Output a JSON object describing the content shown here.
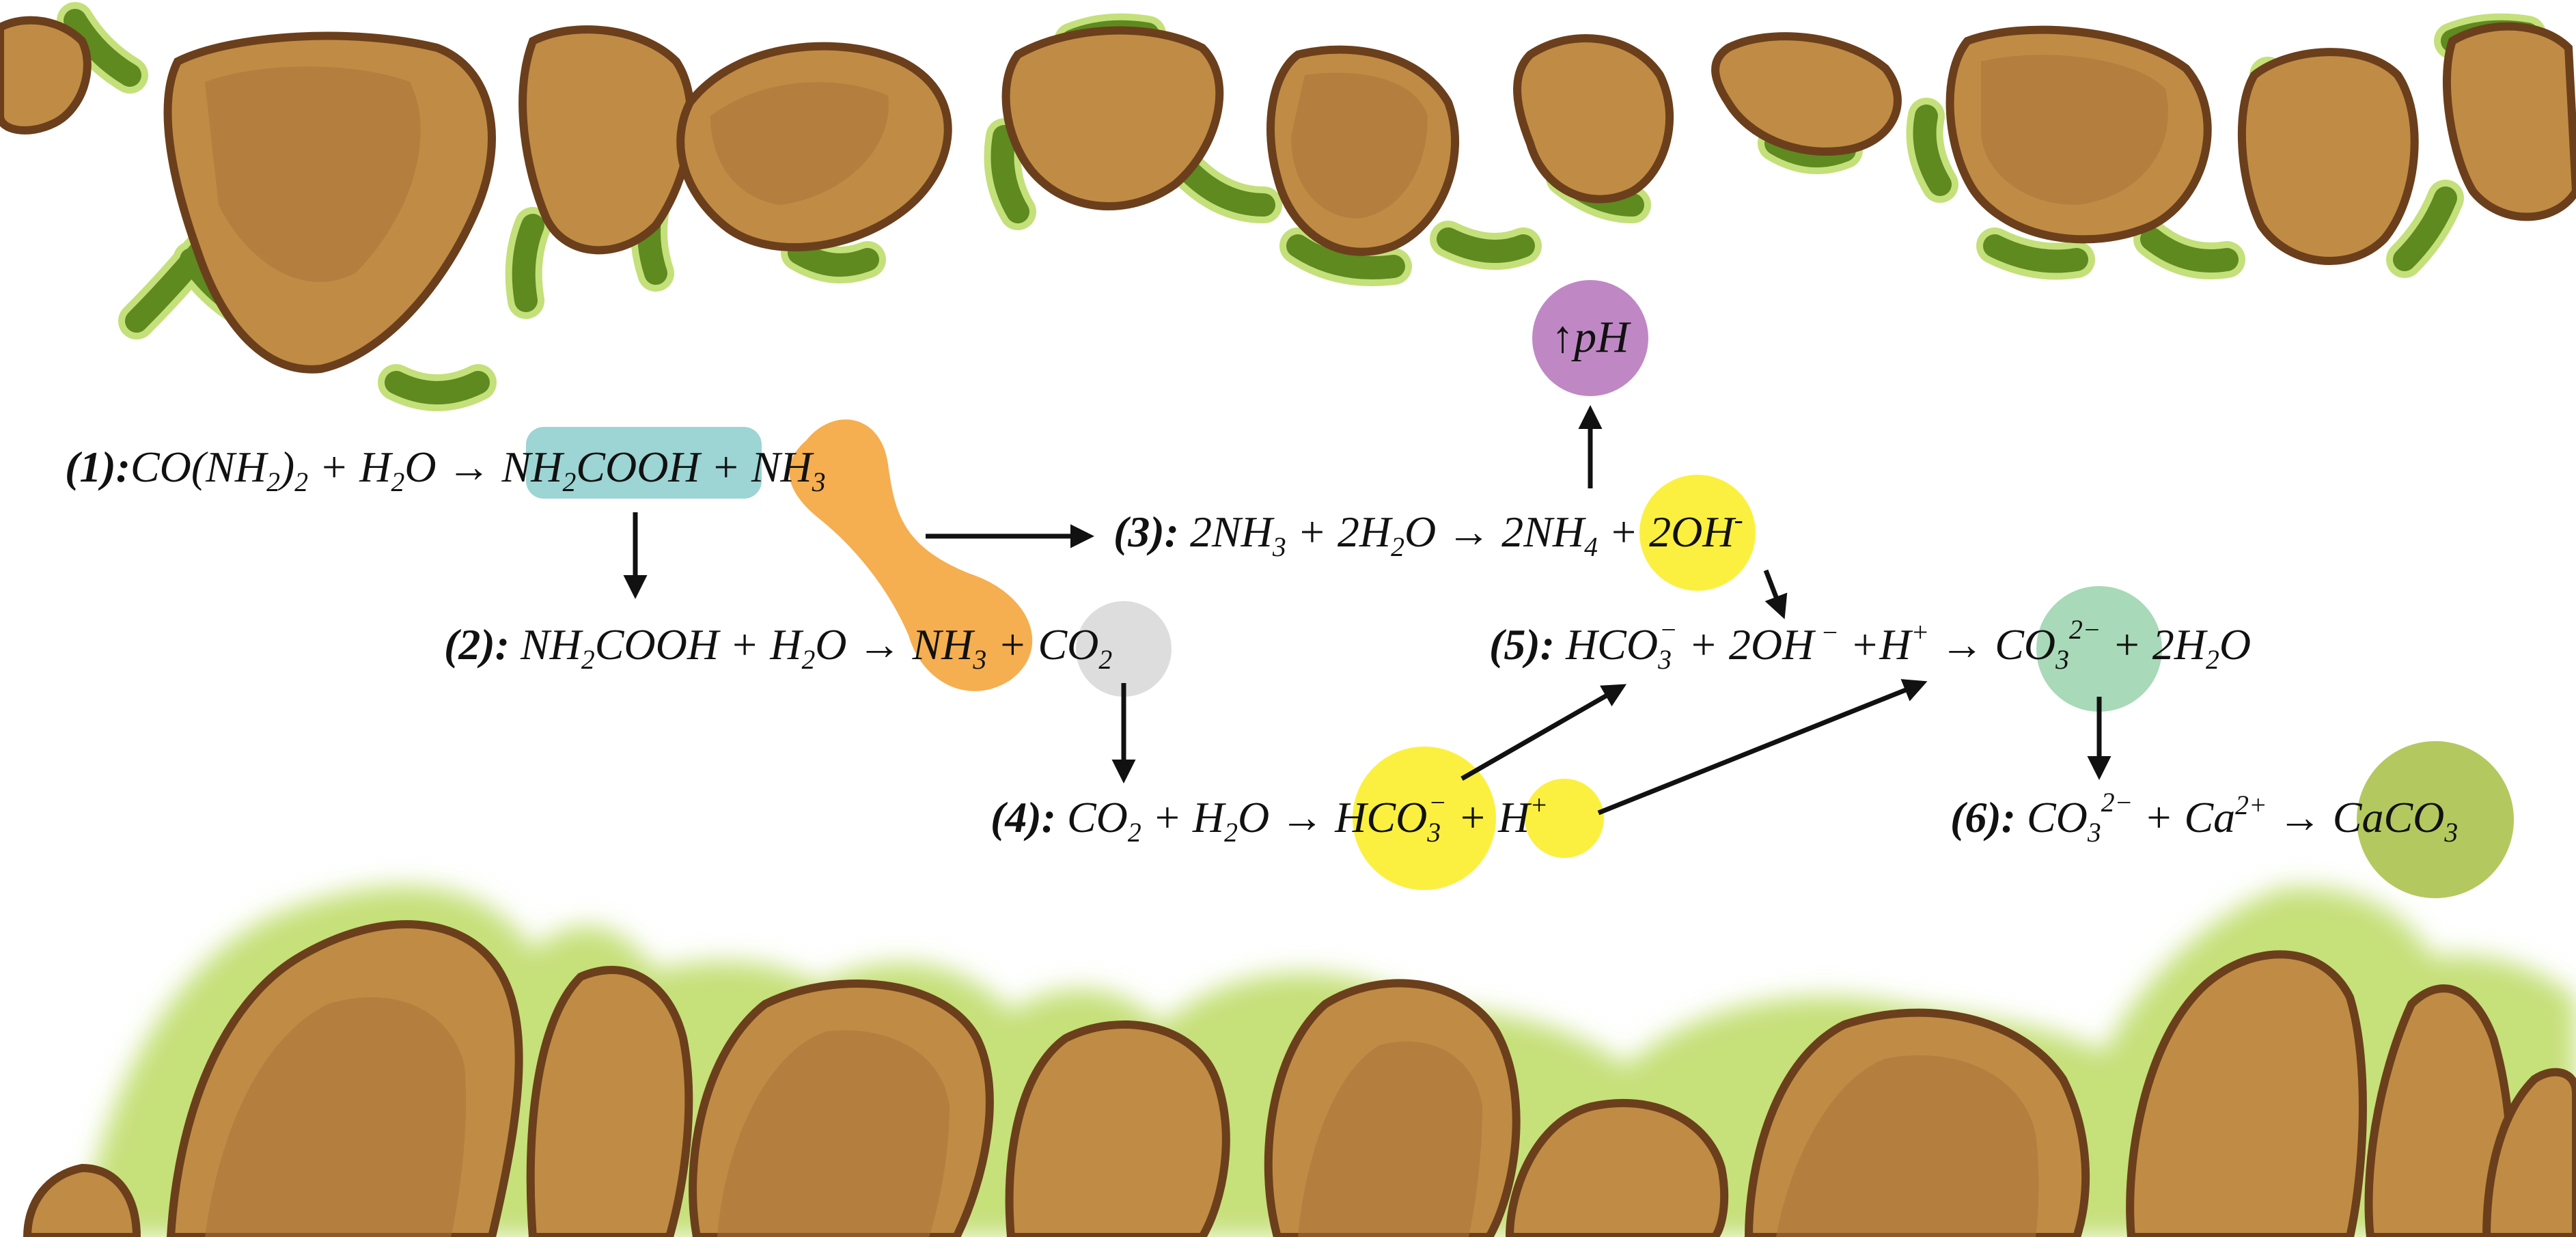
{
  "colors": {
    "grain_fill": "#c08b44",
    "grain_edge": "#6b3f1c",
    "grain_shade": "#a8743a",
    "bacteria_dark": "#5e8a20",
    "bacteria_light": "#c4e07a",
    "biofilm_glow": "#c6e07a",
    "teal": "#9dd4d4",
    "orange": "#f5ae50",
    "gray": "#dddddd",
    "yellow": "#fbf040",
    "purple": "#bf88c4",
    "green": "#a8d9b8",
    "olive": "#b4c860",
    "arrow": "#111111"
  },
  "badge_ph": {
    "arrow": "↑",
    "text": "pH"
  },
  "eq1": {
    "label": "(1):",
    "co": "CO(NH",
    "co_sub": "2",
    "co_close": ")",
    "co_close_sub": "2",
    "plus_h2o": " + H",
    "h2o_sub": "2",
    "h2o_o": "O",
    "arrow": " → ",
    "nh2cooh": "NH",
    "nh2cooh_sub": "2",
    "nh2cooh_rest": "COOH",
    "plus": " + ",
    "nh3": "NH",
    "nh3_sub": "3"
  },
  "eq2": {
    "label": "(2):",
    "nh2cooh": " NH",
    "nh2cooh_sub": "2",
    "nh2cooh_rest": "COOH + H",
    "h2o_sub": "2",
    "h2o_o": "O",
    "arrow": " → ",
    "nh3": "NH",
    "nh3_sub": "3",
    "plus": " + ",
    "co2": "CO",
    "co2_sub": "2"
  },
  "eq3": {
    "label": "(3):",
    "a": " 2NH",
    "a_sub": "3",
    "b": " + 2H",
    "b_sub": "2",
    "c": "O → 2NH",
    "c_sub": "4",
    "plus": " + ",
    "oh": "2OH",
    "oh_sup": "-"
  },
  "eq4": {
    "label": "(4):",
    "a": " CO",
    "a_sub": "2",
    "b": " + H",
    "b_sub": "2",
    "c": "O → ",
    "hco3": "HCO",
    "hco3_sub": "3",
    "hco3_sup": "−",
    "plus": " + ",
    "h": "H",
    "h_sup": "+"
  },
  "eq5": {
    "label": "(5):",
    "hco3": " HCO",
    "hco3_sub": "3",
    "hco3_sup": "−",
    "oh": " + 2OH",
    "oh_sup": " −",
    "h": " +H",
    "h_sup": "+",
    "arrow": "  → ",
    "co3": "CO",
    "co3_sub": "3",
    "co3_sup": "2−",
    "water": " + 2H",
    "water_sub": "2",
    "water_o": "O"
  },
  "eq6": {
    "label": "(6):",
    "co3": " CO",
    "co3_sub": "3",
    "co3_sup": "2−",
    "ca": " + Ca",
    "ca_sup": "2+",
    "arrow": " → ",
    "caco3": "CaCO",
    "caco3_sub": "3"
  }
}
